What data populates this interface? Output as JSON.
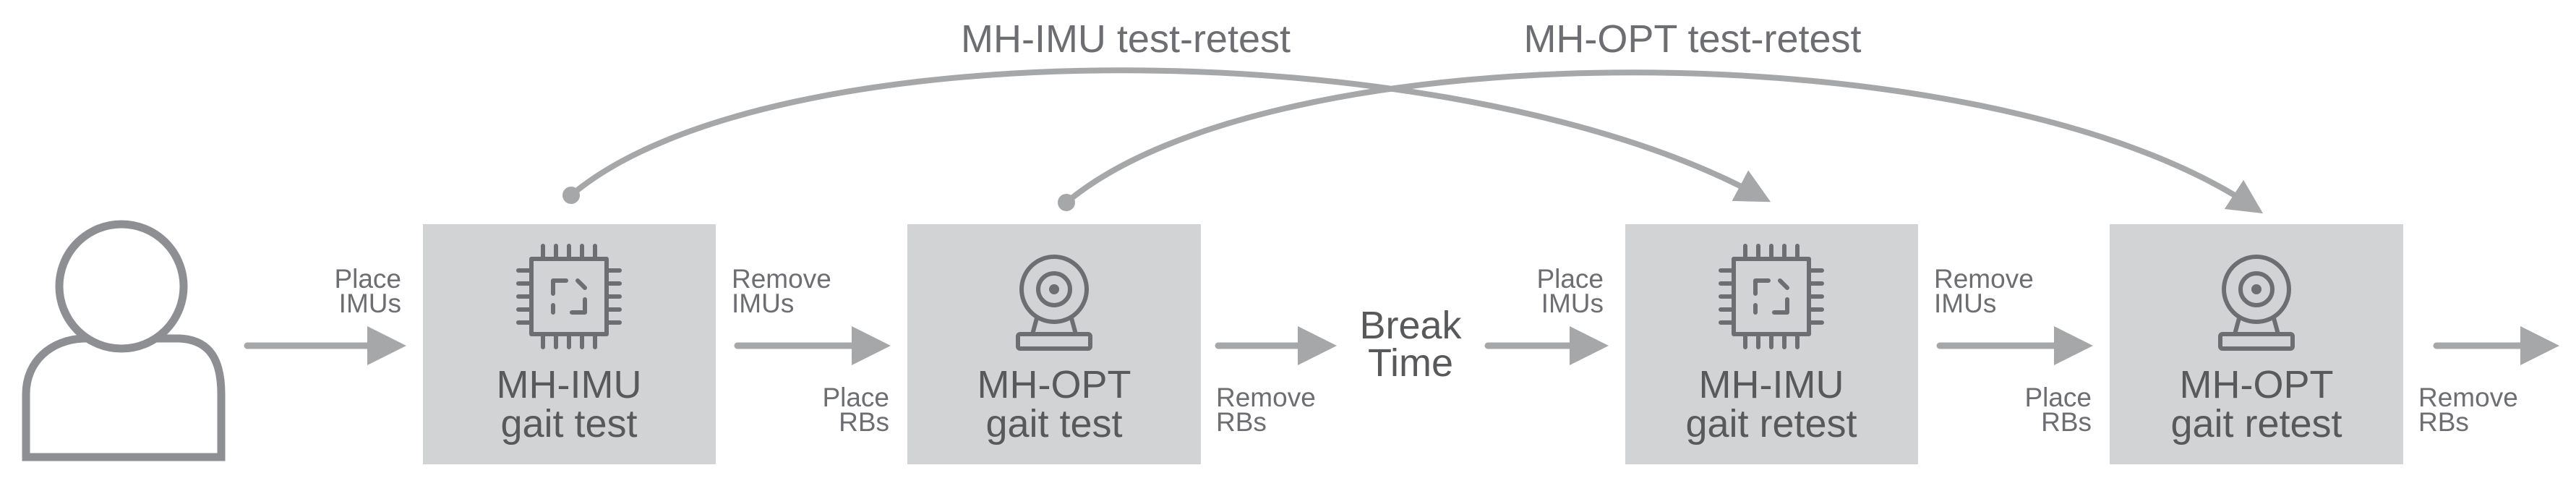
{
  "title_labels": {
    "imu_test_retest": "MH-IMU test-retest",
    "opt_test_retest": "MH-OPT test-retest"
  },
  "boxes": [
    {
      "line1": "MH-IMU",
      "line2": "gait test",
      "icon": "chip-icon"
    },
    {
      "line1": "MH-OPT",
      "line2": "gait test",
      "icon": "camera-icon"
    },
    {
      "line1": "MH-IMU",
      "line2": "gait retest",
      "icon": "chip-icon"
    },
    {
      "line1": "MH-OPT",
      "line2": "gait retest",
      "icon": "camera-icon"
    }
  ],
  "break_time": {
    "line1": "Break",
    "line2": "Time"
  },
  "step_labels": {
    "place_imus_1": {
      "line1": "Place",
      "line2": "IMUs"
    },
    "remove_imus_1": {
      "line1": "Remove",
      "line2": "IMUs"
    },
    "place_rbs_1": {
      "line1": "Place",
      "line2": "RBs"
    },
    "remove_rbs_1": {
      "line1": "Remove",
      "line2": "RBs"
    },
    "place_imus_2": {
      "line1": "Place",
      "line2": "IMUs"
    },
    "remove_imus_2": {
      "line1": "Remove",
      "line2": "IMUs"
    },
    "place_rbs_2": {
      "line1": "Place",
      "line2": "RBs"
    },
    "remove_rbs_2": {
      "line1": "Remove",
      "line2": "RBs"
    }
  },
  "colors": {
    "box_fill": "#d2d3d5",
    "arrow": "#a6a7a9",
    "text": "#6d6e71",
    "person": "#8e8f92"
  }
}
